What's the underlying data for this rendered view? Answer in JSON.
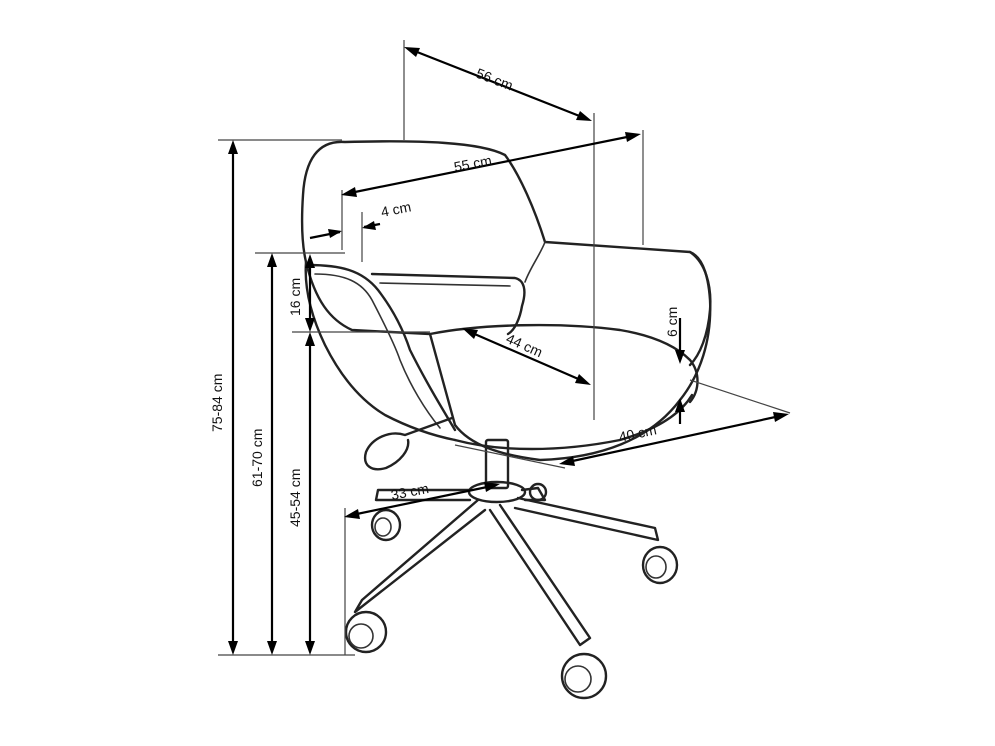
{
  "dimensions": {
    "backrest_width": "56 cm",
    "seat_overall_width": "55 cm",
    "frame_thickness": "4 cm",
    "armrest_height": "16 cm",
    "seat_depth": "44 cm",
    "seat_cushion_thickness": "6 cm",
    "seat_front_width": "40 cm",
    "base_radius": "33 cm",
    "total_height": "75-84 cm",
    "armrest_floor_height": "61-70 cm",
    "seat_height": "45-54 cm"
  },
  "colors": {
    "line": "#222222",
    "arrow": "#000000",
    "background": "#ffffff"
  }
}
